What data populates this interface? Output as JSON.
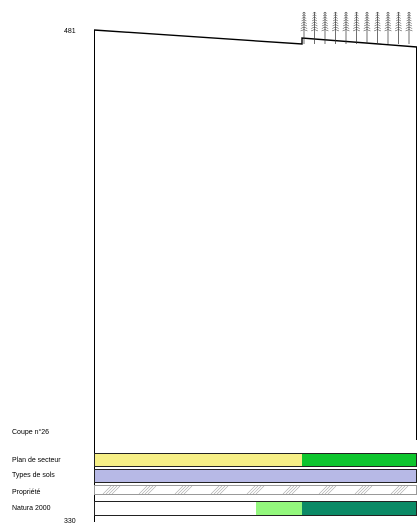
{
  "profile": {
    "top_value": "481",
    "bottom_value": "330",
    "section_label": "Coupe n°26"
  },
  "layers": [
    {
      "label": "Plan de secteur",
      "segments": [
        {
          "from": 0,
          "to": 0.645,
          "color": "#f6ef86"
        },
        {
          "from": 0.645,
          "to": 1,
          "color": "#0ec52e"
        }
      ]
    },
    {
      "label": "Types de sols",
      "segments": [
        {
          "from": 0,
          "to": 1,
          "color": "#b7b9e6"
        }
      ]
    },
    {
      "label": "Propriété",
      "segments": [],
      "hatch": true
    },
    {
      "label": "Natura 2000",
      "segments": [
        {
          "from": 0,
          "to": 0.5,
          "color": "#ffffff"
        },
        {
          "from": 0.5,
          "to": 0.645,
          "color": "#93f77d"
        },
        {
          "from": 0.645,
          "to": 1,
          "color": "#0b8a66"
        }
      ]
    }
  ],
  "colors": {
    "outline": "#000000",
    "tree": "#333333"
  }
}
